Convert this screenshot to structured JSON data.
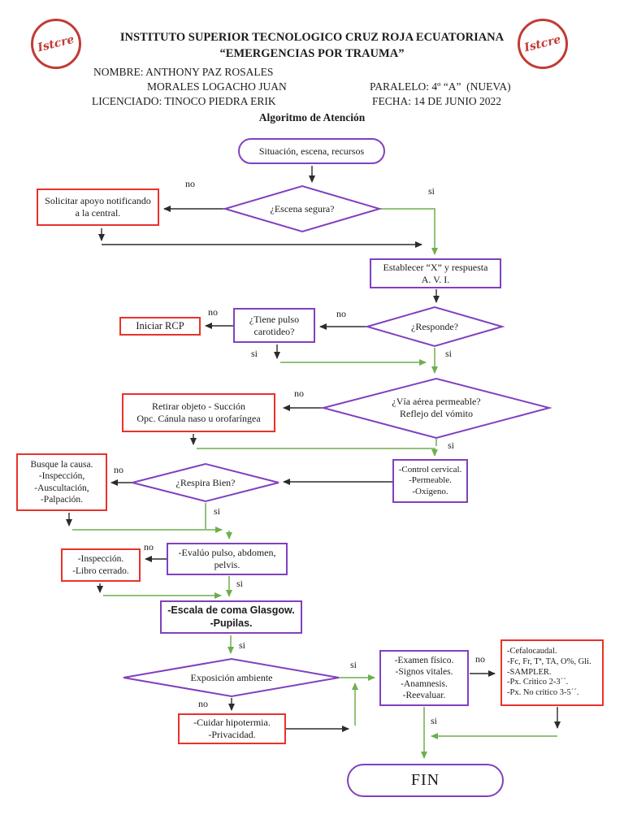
{
  "colors": {
    "purple_shape": "#8140bf",
    "green_arrow": "#6fae4e",
    "red_box": "#e8322a",
    "logo_red": "#c23b34",
    "black_arrow": "#2b2b2b"
  },
  "header": {
    "logo_text": "Istcre",
    "title_line1": "INSTITUTO SUPERIOR TECNOLOGICO CRUZ ROJA ECUATORIANA",
    "title_line2": "“EMERGENCIAS POR TRAUMA”",
    "nombre": "NOMBRE: ANTHONY PAZ ROSALES",
    "nombre_line2": "MORALES LOGACHO JUAN",
    "paralelo": "PARALELO: 4º “A”  (NUEVA)",
    "licenciado": "LICENCIADO: TINOCO PIEDRA ERIK",
    "fecha": "FECHA: 14 DE JUNIO 2022",
    "subtitle": "Algoritmo de Atención"
  },
  "labels": {
    "yes": "si",
    "no": "no"
  },
  "flow": {
    "start": "Situación, escena, recursos",
    "escena_segura": "¿Escena segura?",
    "solicitar_apoyo": "Solicitar apoyo notificando\na la central.",
    "establecer_x": "Establecer “X” y respuesta\nA. V. I.",
    "responde": "¿Responde?",
    "tiene_pulso": "¿Tiene pulso\ncarotideo?",
    "iniciar_rcp": "Iniciar RCP",
    "via_aerea": "¿Vía aérea permeable?\nReflejo del vómito",
    "retirar_objeto": "Retirar objeto - Succión\nOpc. Cánula naso u orofaríngea",
    "control_cervical": "-Control cervical.\n-Permeable.\n-Oxígeno.",
    "respira_bien": "¿Respira Bien?",
    "busque_causa": "Busque la causa.\n-Inspección,\n-Auscultación,\n-Palpación.",
    "evaluo": "-Evalúo pulso, abdomen,\npelvis.",
    "inspeccion": "-Inspección.\n-Libro cerrado.",
    "escala_glasgow": "-Escala de coma Glasgow.\n-Pupilas.",
    "exposicion": "Exposición ambiente",
    "cuidar": "-Cuidar hipotermia.\n-Privacidad.",
    "examen": "-Examen físico.\n-Signos vitales.\n-Anamnesis.\n-Reevaluar.",
    "cefalocaudal": "-Cefalocaudal.\n-Fc, Fr, Tª, TA, O%, Gli.\n-SAMPLER.\n-Px. Critico 2-3´´.\n-Px. No critico 3-5´´.",
    "fin": "FIN"
  }
}
